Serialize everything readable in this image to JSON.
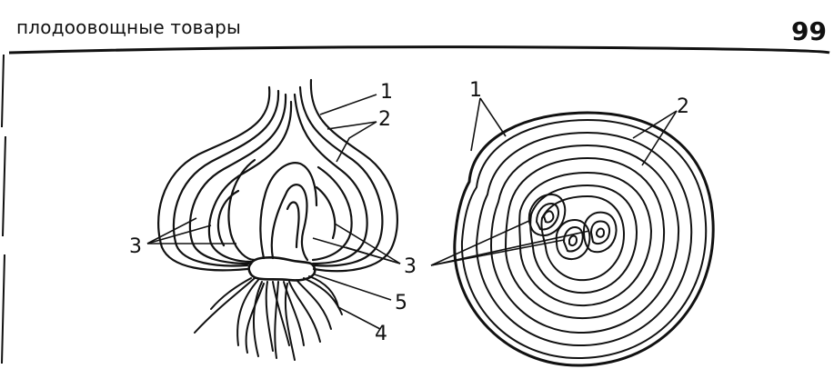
{
  "header": {
    "title": "плодоовощные товары",
    "page_number": "99"
  },
  "figure": {
    "longitudinal_callouts": [
      "1",
      "2",
      "3",
      "3",
      "4",
      "5"
    ],
    "cross_section_callouts": [
      "1",
      "2",
      "3"
    ]
  }
}
